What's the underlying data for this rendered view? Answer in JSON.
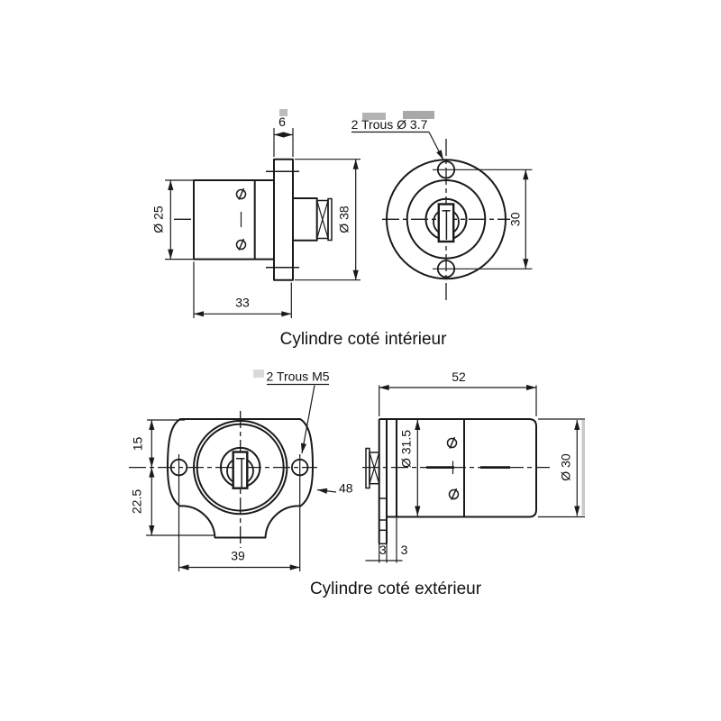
{
  "page": {
    "colors": {
      "ink": "#1a1a1a",
      "background": "#ffffff",
      "scan_artifact_grey": "#b3b3b3"
    }
  },
  "interior": {
    "caption": "Cylindre coté intérieur",
    "dims": {
      "flange_thickness": "6",
      "body_diameter": "Ø 25",
      "flange_diameter": "Ø 38",
      "body_length": "33",
      "hole_spacing": "30",
      "holes_note": "2 Trous Ø 3.7"
    }
  },
  "exterior": {
    "caption": "Cylindre coté extérieur",
    "dims": {
      "holes_note": "2 Trous M5",
      "top_to_axis": "15",
      "axis_to_bottom": "22.5",
      "hole_spacing": "39",
      "plate_ref": "48",
      "body_length": "52",
      "front_section_diameter": "Ø 31.5",
      "body_diameter": "Ø 30",
      "plate_thickness_1": "3",
      "plate_thickness_2": "3"
    }
  }
}
